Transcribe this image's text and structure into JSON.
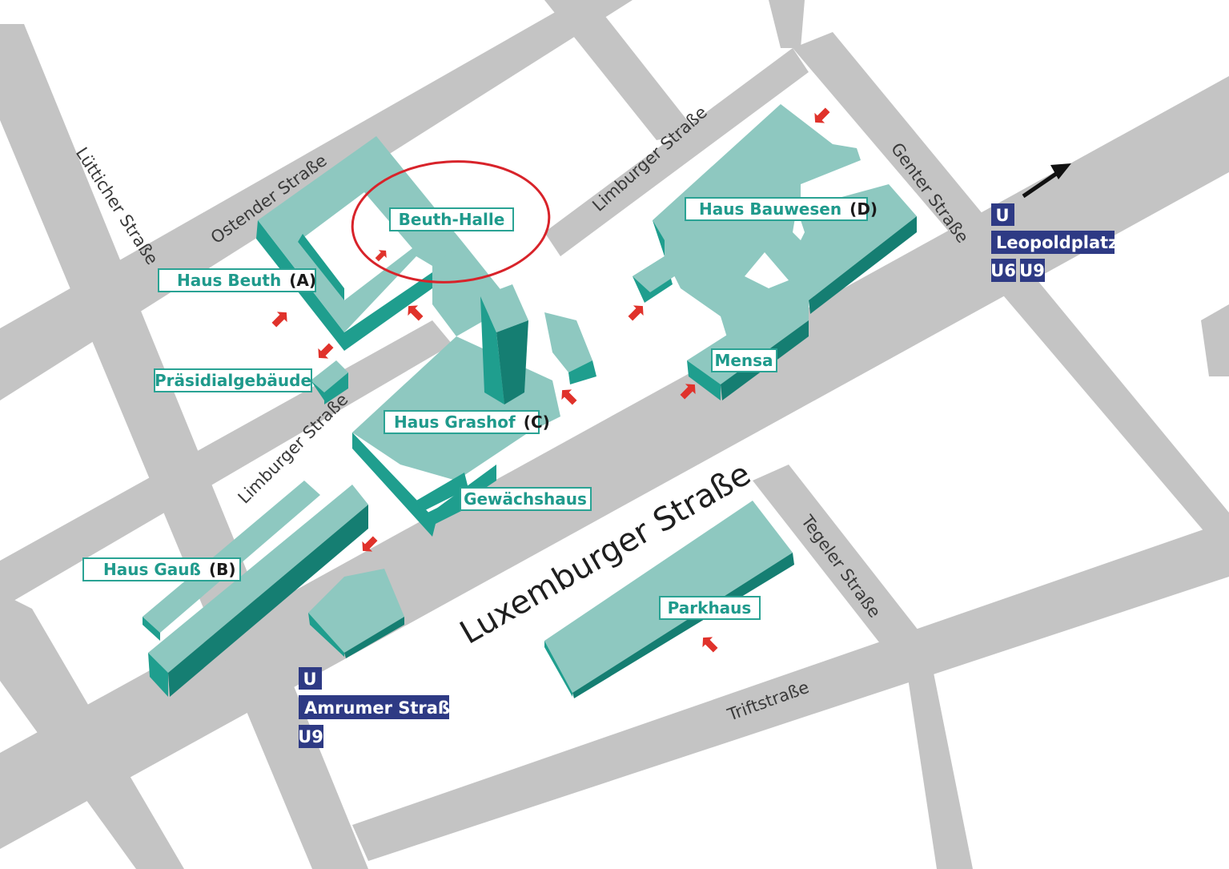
{
  "colors": {
    "road": "#c4c4c4",
    "building_top": "#8ec8c0",
    "building_side": "#1f9e8e",
    "label_text": "#1f9a8c",
    "transit": "#2e3a84",
    "entrance_arrow": "#e0322b",
    "highlight_circle": "#d8232a"
  },
  "streets": {
    "luettich": "Lütticher Straße",
    "ostender": "Ostender Straße",
    "limburger_top": "Limburger Straße",
    "limburger_left": "Limburger Straße",
    "genter": "Genter Straße",
    "luxemburger": "Luxemburger Straße",
    "tegeler": "Tegeler Straße",
    "trift": "Triftstraße"
  },
  "buildings": {
    "beuth_halle": "Beuth-Halle",
    "haus_beuth": {
      "name": "Haus Beuth",
      "code": "(A)"
    },
    "praesidial": "Präsidialgebäude",
    "haus_grashof": {
      "name": "Haus Grashof",
      "code": "(C)"
    },
    "gewaechshaus": "Gewächshaus",
    "haus_gauss": {
      "name": "Haus Gauß",
      "code": "(B)"
    },
    "haus_bauwesen": {
      "name": "Haus Bauwesen",
      "code": "(D)"
    },
    "mensa": "Mensa",
    "parkhaus": "Parkhaus"
  },
  "transit": {
    "leopoldplatz": {
      "u": "U",
      "name": "Leopoldplatz",
      "lines": [
        "U6",
        "U9"
      ]
    },
    "amrumer": {
      "u": "U",
      "name": "Amrumer Straße",
      "lines": [
        "U9"
      ]
    }
  },
  "icons": {
    "entrance": "entrance-arrow-icon",
    "direction": "direction-arrow-icon",
    "highlight": "highlight-circle"
  }
}
